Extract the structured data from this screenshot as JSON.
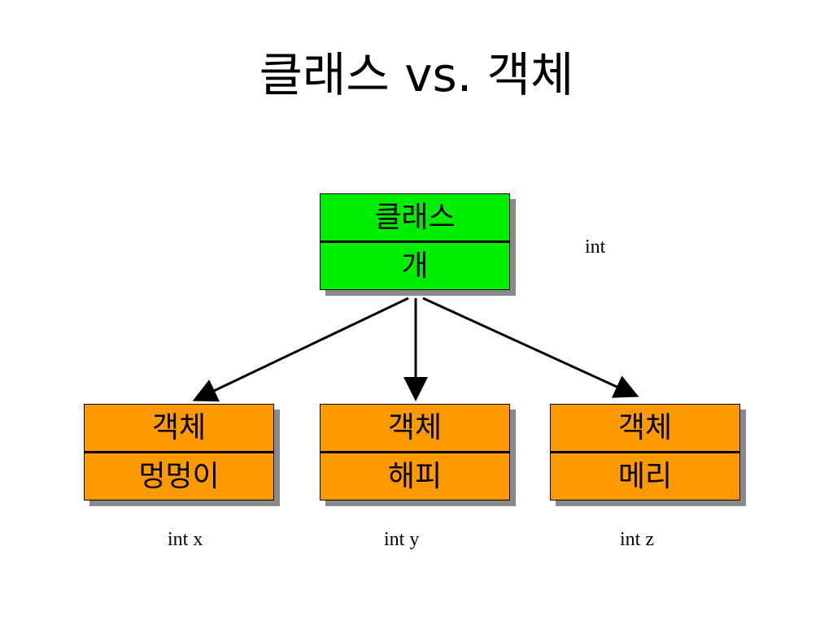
{
  "title": "클래스 vs. 객체",
  "class_box": {
    "header": "클래스",
    "name": "개",
    "note": "int",
    "color": "#00ee00"
  },
  "objects": [
    {
      "header": "객체",
      "name": "멍멍이",
      "note": "int x"
    },
    {
      "header": "객체",
      "name": "해피",
      "note": "int y"
    },
    {
      "header": "객체",
      "name": "메리",
      "note": "int z"
    }
  ],
  "object_color": "#ff9900"
}
